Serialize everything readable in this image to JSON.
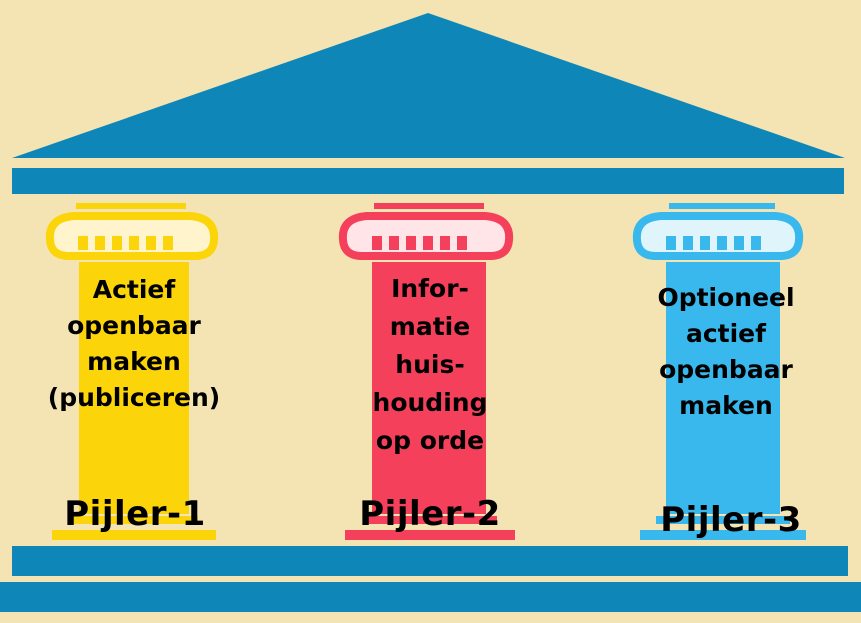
{
  "colors": {
    "background": "#f4e4b4",
    "roof": "#0e87b8",
    "pillar_1": "#fbd509",
    "pillar_2": "#f4405a",
    "pillar_3": "#38b8ec",
    "text": "#000000"
  },
  "pillars": [
    {
      "name": "Pijler-1",
      "lines": [
        "Actief",
        "openbaar",
        "maken",
        "(publiceren)"
      ]
    },
    {
      "name": "Pijler-2",
      "lines": [
        "Infor-",
        "matie",
        "huis-",
        "houding",
        "op orde"
      ]
    },
    {
      "name": "Pijler-3",
      "lines": [
        "Optioneel",
        "actief",
        "openbaar",
        "maken"
      ]
    }
  ]
}
